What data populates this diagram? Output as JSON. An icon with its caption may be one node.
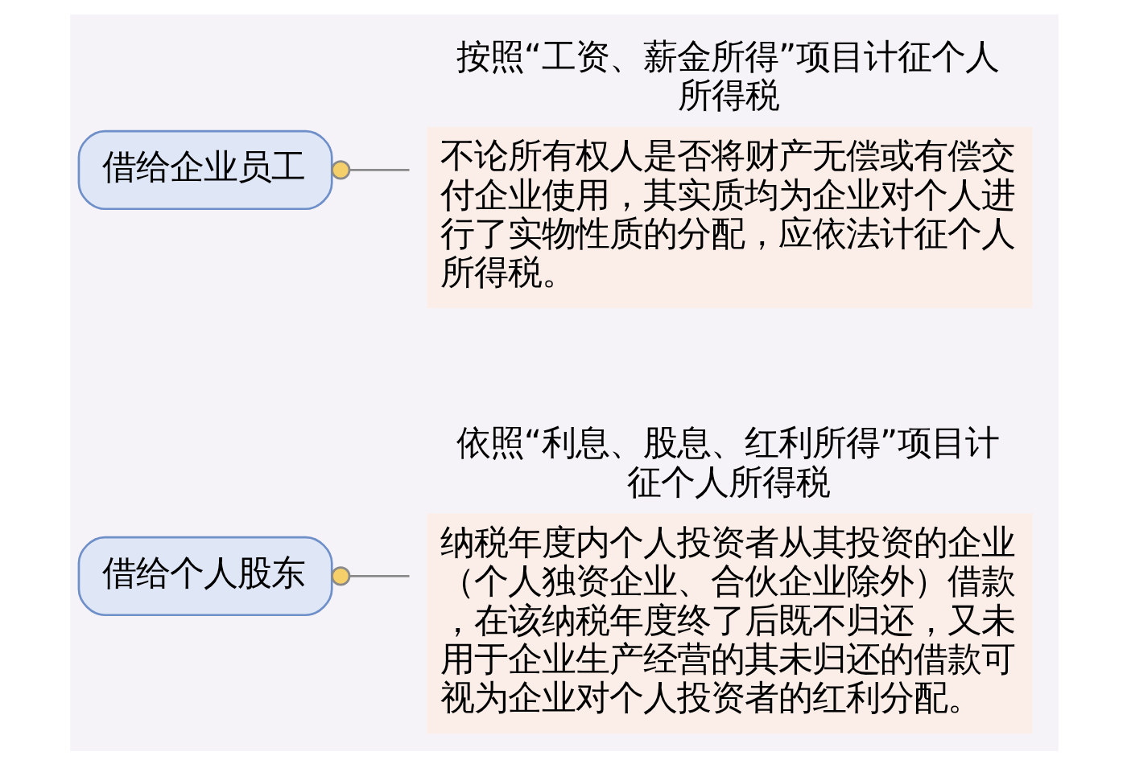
{
  "diagram": {
    "nodes": [
      {
        "text": [
          "借给个人股东"
        ]
      },
      {
        "text": [
          "依照“利息、股息、红利所得”项目计征个人所得税",
          "纳税年度内个人投资者从其投资的企业（个人独资企业、合伙企业除外）借款，在该纳税年度终了后既不归还，又未用于企业生产经营的其未归还的借款可视为企业对个人投资者的红利分配。"
        ]
      },
      {
        "text": [
          "借给企业员工"
        ]
      },
      {
        "text": [
          "按照“工资、薪金所得”项目计征个人所得税",
          "不论所有权人是否将财产无偿或有偿交付企业使用，其实质均为企业对个人进行了实物性质的分配，应依法计征个人所得税。"
        ]
      }
    ],
    "edges": [
      {
        "from": 0,
        "to": 1,
        "arrow": "other"
      },
      {
        "from": 2,
        "to": 3,
        "arrow": "other"
      }
    ]
  }
}
